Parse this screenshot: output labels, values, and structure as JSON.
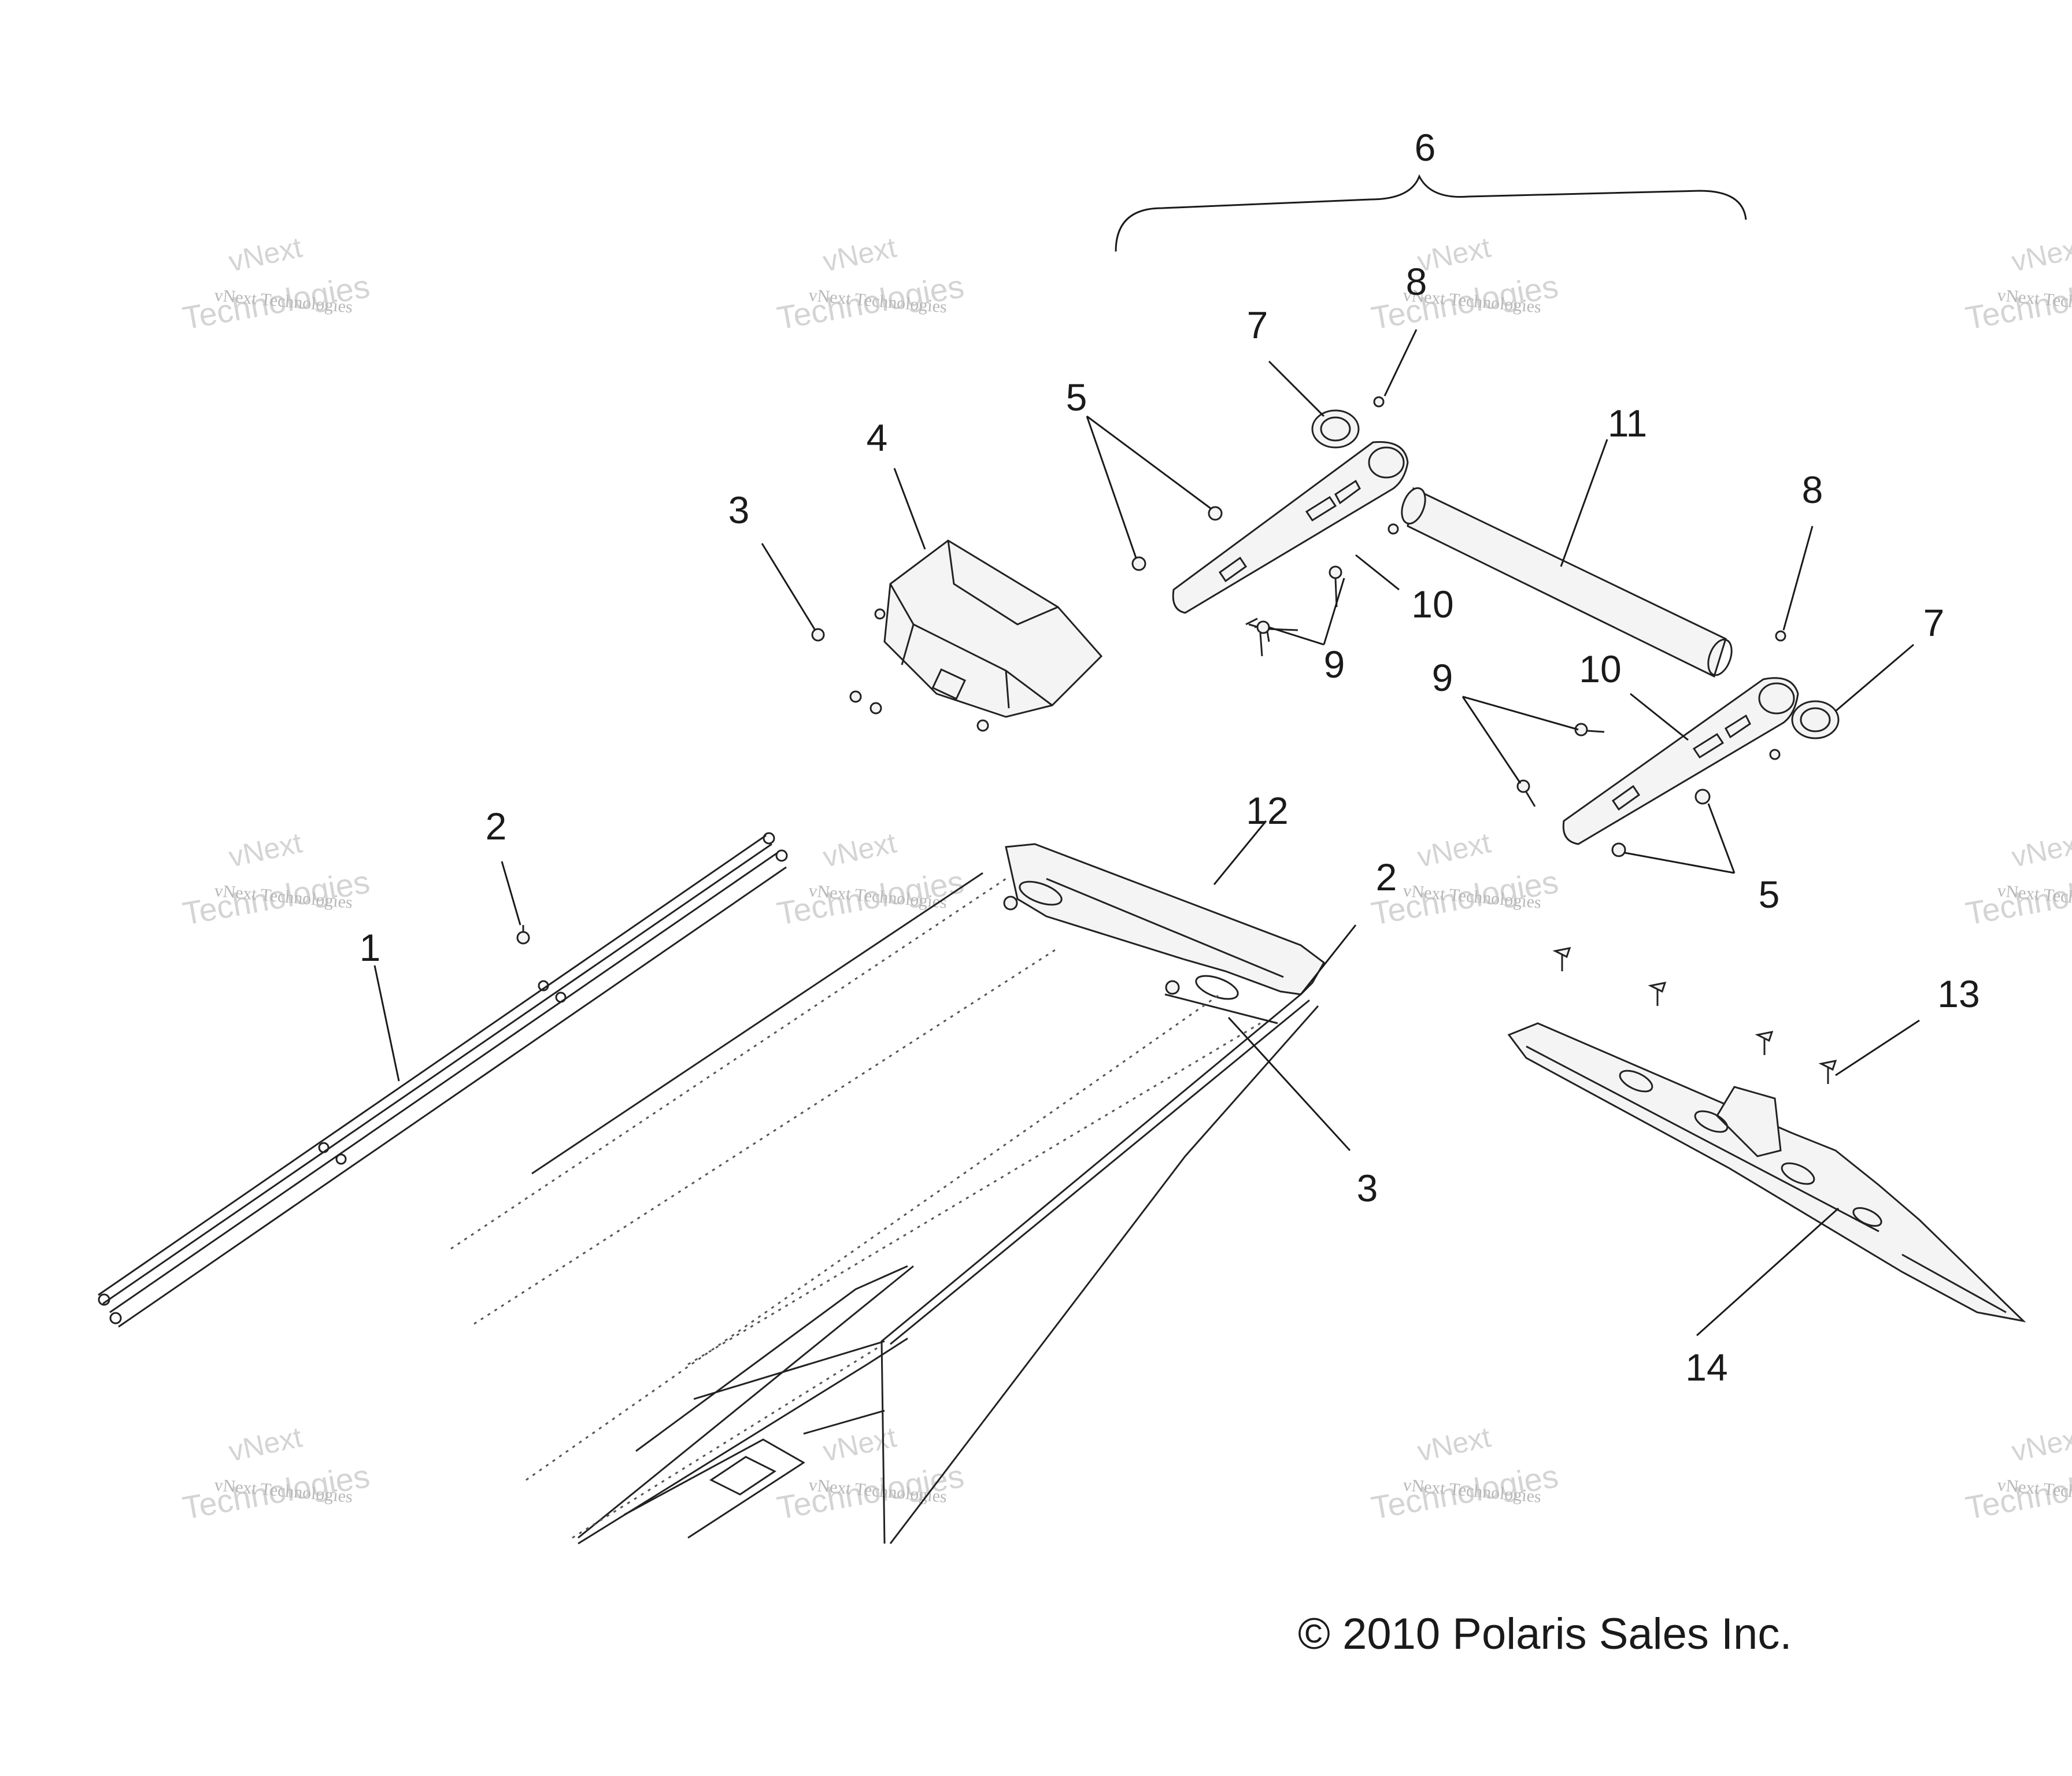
{
  "callouts": {
    "c1": "1",
    "c2a": "2",
    "c2b": "2",
    "c3a": "3",
    "c3b": "3",
    "c4": "4",
    "c5a": "5",
    "c5b": "5",
    "c6": "6",
    "c7a": "7",
    "c7b": "7",
    "c8a": "8",
    "c8b": "8",
    "c9a": "9",
    "c9b": "9",
    "c10a": "10",
    "c10b": "10",
    "c11": "11",
    "c12": "12",
    "c13": "13",
    "c14": "14"
  },
  "watermark": {
    "line1": "vNext",
    "line2": "vNext Technologies",
    "line3": "Technologies"
  },
  "copyright": "© 2010 Polaris Sales Inc."
}
